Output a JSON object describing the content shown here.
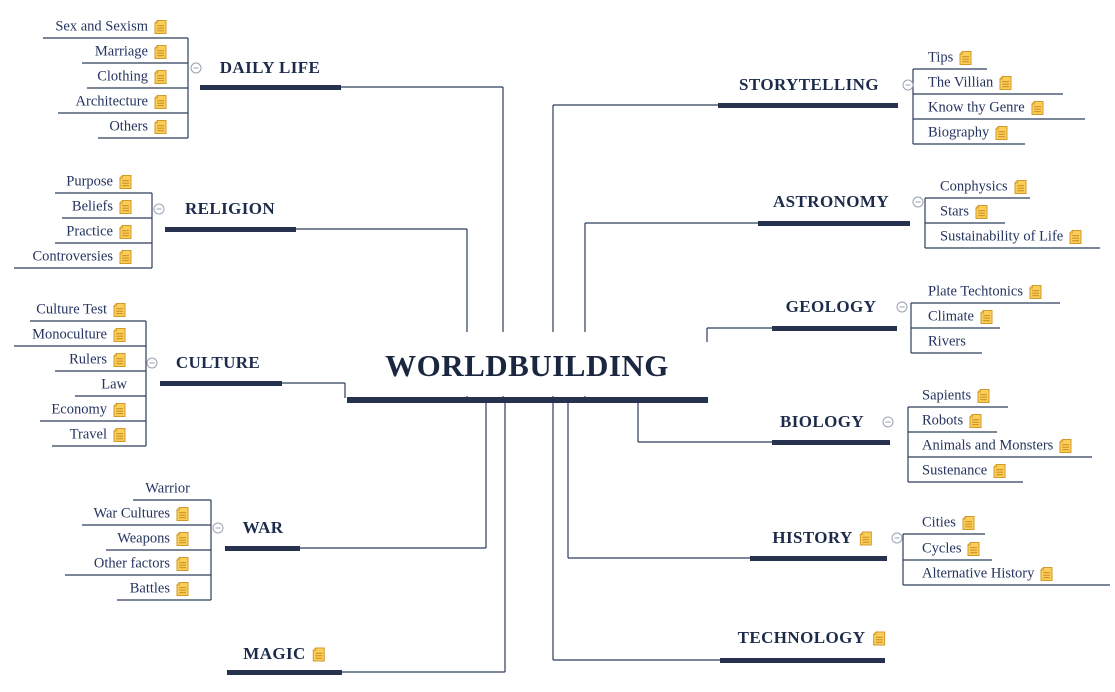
{
  "central": {
    "title": "WORLDBUILDING"
  },
  "colors": {
    "text_navy": "#1c2b4a",
    "child_text": "#24345f",
    "line": "#2e3d5c",
    "bar": "#26324e",
    "note_fill": "#FBCE58",
    "note_fold": "#FFE9A8",
    "note_stroke": "#D2992B",
    "collapse_gray": "#99a2b2"
  },
  "icons": {
    "note_icon": "yellow-document-note",
    "collapse_icon": "minus-in-circle"
  },
  "branches": [
    {
      "id": "daily-life",
      "label": "DAILY LIFE",
      "note_icon": false,
      "collapse_icon": true,
      "children": [
        {
          "label": "Sex and Sexism",
          "note_icon": true
        },
        {
          "label": "Marriage",
          "note_icon": true
        },
        {
          "label": "Clothing",
          "note_icon": true
        },
        {
          "label": "Architecture",
          "note_icon": true
        },
        {
          "label": "Others",
          "note_icon": true
        }
      ]
    },
    {
      "id": "religion",
      "label": "RELIGION",
      "note_icon": false,
      "collapse_icon": true,
      "children": [
        {
          "label": "Purpose",
          "note_icon": true
        },
        {
          "label": "Beliefs",
          "note_icon": true
        },
        {
          "label": "Practice",
          "note_icon": true
        },
        {
          "label": "Controversies",
          "note_icon": true
        }
      ]
    },
    {
      "id": "culture",
      "label": "CULTURE",
      "note_icon": false,
      "collapse_icon": true,
      "children": [
        {
          "label": "Culture Test",
          "note_icon": true
        },
        {
          "label": "Monoculture",
          "note_icon": true
        },
        {
          "label": "Rulers",
          "note_icon": true
        },
        {
          "label": "Law",
          "note_icon": false
        },
        {
          "label": "Economy",
          "note_icon": true
        },
        {
          "label": "Travel",
          "note_icon": true
        }
      ]
    },
    {
      "id": "war",
      "label": "WAR",
      "note_icon": false,
      "collapse_icon": true,
      "children": [
        {
          "label": "Warrior",
          "note_icon": false
        },
        {
          "label": "War Cultures",
          "note_icon": true
        },
        {
          "label": "Weapons",
          "note_icon": true
        },
        {
          "label": "Other factors",
          "note_icon": true
        },
        {
          "label": "Battles",
          "note_icon": true
        }
      ]
    },
    {
      "id": "magic",
      "label": "MAGIC",
      "note_icon": true,
      "collapse_icon": false,
      "children": []
    },
    {
      "id": "storytelling",
      "label": "STORYTELLING",
      "note_icon": false,
      "collapse_icon": true,
      "children": [
        {
          "label": "Tips",
          "note_icon": true
        },
        {
          "label": "The Villian",
          "note_icon": true
        },
        {
          "label": "Know thy Genre",
          "note_icon": true
        },
        {
          "label": "Biography",
          "note_icon": true
        }
      ]
    },
    {
      "id": "astronomy",
      "label": "ASTRONOMY",
      "note_icon": false,
      "collapse_icon": true,
      "children": [
        {
          "label": "Conphysics",
          "note_icon": true
        },
        {
          "label": "Stars",
          "note_icon": true
        },
        {
          "label": "Sustainability of Life",
          "note_icon": true
        }
      ]
    },
    {
      "id": "geology",
      "label": "GEOLOGY",
      "note_icon": false,
      "collapse_icon": true,
      "children": [
        {
          "label": "Plate Techtonics",
          "note_icon": true
        },
        {
          "label": "Climate",
          "note_icon": true
        },
        {
          "label": "Rivers",
          "note_icon": false
        }
      ]
    },
    {
      "id": "biology",
      "label": "BIOLOGY",
      "note_icon": false,
      "collapse_icon": true,
      "children": [
        {
          "label": "Sapients",
          "note_icon": true
        },
        {
          "label": "Robots",
          "note_icon": true
        },
        {
          "label": "Animals and Monsters",
          "note_icon": true
        },
        {
          "label": "Sustenance",
          "note_icon": true
        }
      ]
    },
    {
      "id": "history",
      "label": "HISTORY",
      "note_icon": true,
      "collapse_icon": true,
      "children": [
        {
          "label": "Cities",
          "note_icon": true
        },
        {
          "label": "Cycles",
          "note_icon": true
        },
        {
          "label": "Alternative History",
          "note_icon": true
        }
      ]
    },
    {
      "id": "technology",
      "label": "TECHNOLOGY",
      "note_icon": true,
      "collapse_icon": false,
      "children": []
    }
  ]
}
